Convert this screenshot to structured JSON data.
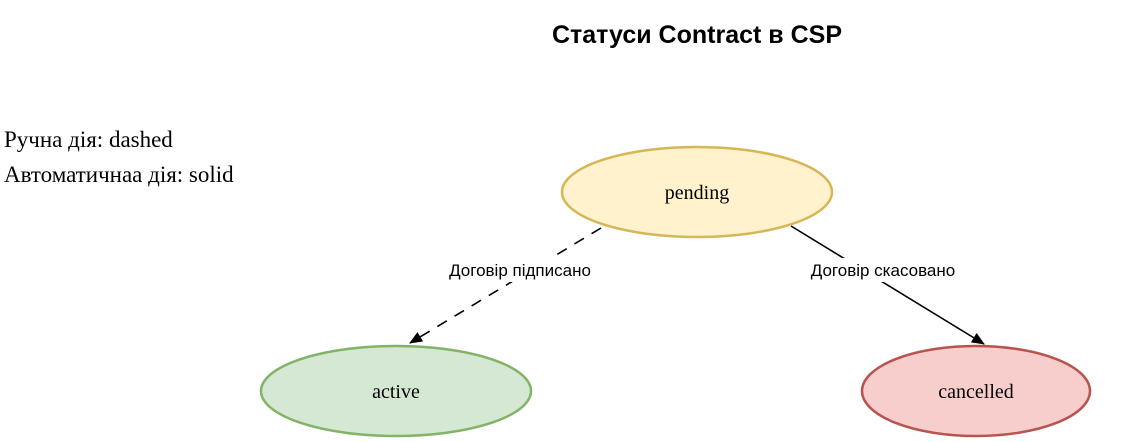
{
  "diagram": {
    "title": "Статуси Contract в CSP",
    "legend": {
      "manual": "Ручна дія: dashed",
      "automatic": "Автоматичнаа дія: solid"
    },
    "nodes": {
      "pending": {
        "label": "pending",
        "fill": "#FFF2CC",
        "stroke": "#D6B656"
      },
      "active": {
        "label": "active",
        "fill": "#D5E8D4",
        "stroke": "#82B366"
      },
      "cancelled": {
        "label": "cancelled",
        "fill": "#F8CECC",
        "stroke": "#B85450"
      }
    },
    "edges": {
      "pending_to_active": {
        "label": "Договір підписано",
        "style": "dashed",
        "from": "pending",
        "to": "active"
      },
      "pending_to_cancelled": {
        "label": "Договір скасовано",
        "style": "solid",
        "from": "pending",
        "to": "cancelled"
      }
    },
    "colors": {
      "edge": "#000000",
      "text": "#000000",
      "background": "#FFFFFF"
    }
  }
}
